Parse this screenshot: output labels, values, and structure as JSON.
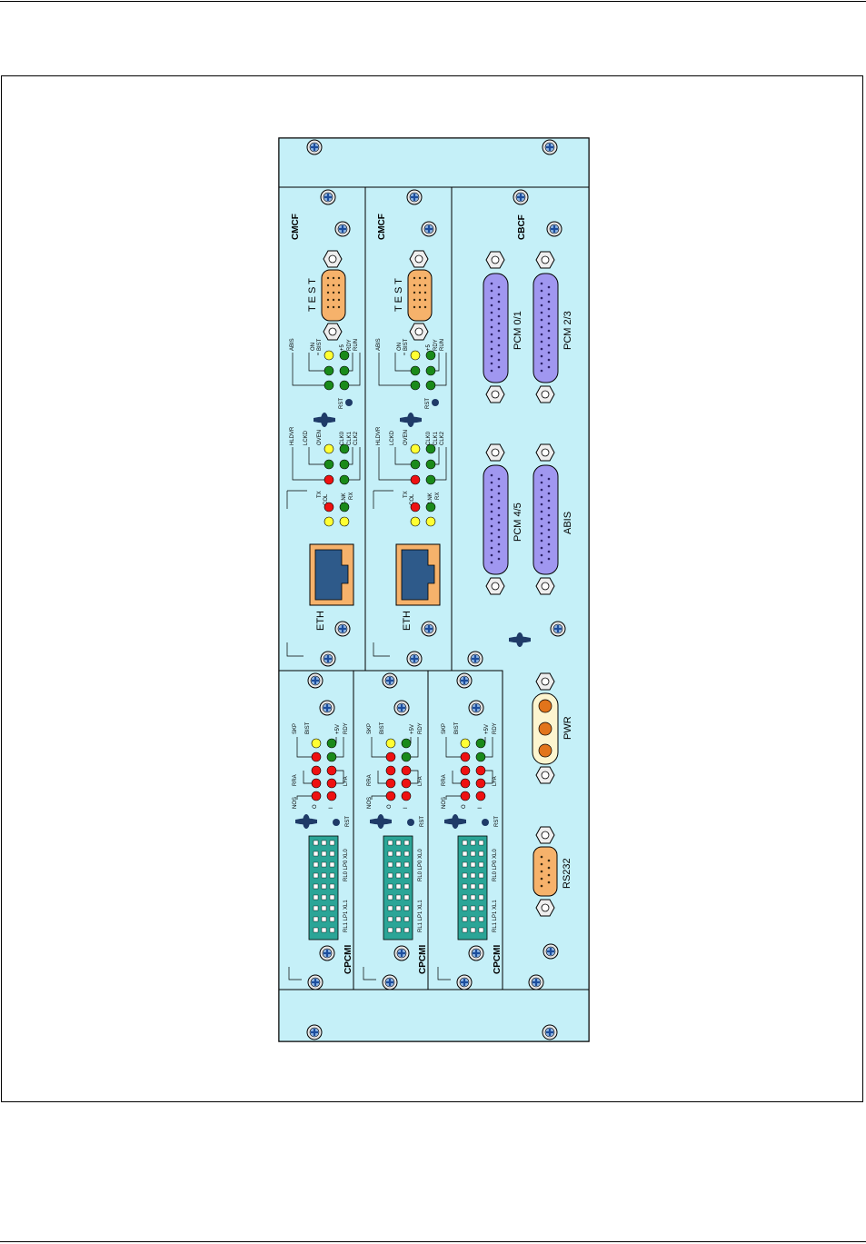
{
  "colors": {
    "panel": "#c5f0f8",
    "led_green": "#1a8a1a",
    "led_yellow": "#ffff33",
    "led_red": "#ee1111",
    "dsub_purple": "#a097f0",
    "dsub_orange": "#f6b26b",
    "eth_frame": "#f6b26b",
    "eth_port": "#2e5a8a",
    "terminal": "#2ba597"
  },
  "cmcf": {
    "name": "CMCF",
    "test_label": "T E S T",
    "eth_label": "ETH",
    "rst_label": "RST",
    "led_rows": [
      {
        "left": "ABIS",
        "right": ""
      },
      {
        "left": "ON",
        "right": "+5"
      },
      {
        "left": "BIST",
        "right": "RDY"
      },
      {
        "left": "",
        "right": "RUN"
      },
      {
        "left": "HLDVR",
        "right": "CLK0"
      },
      {
        "left": "LCKD",
        "right": "CLK1"
      },
      {
        "left": "OVEN",
        "right": "CLK2"
      },
      {
        "left": "TX",
        "right": "LNK"
      },
      {
        "left": "COL",
        "right": "RX"
      }
    ]
  },
  "cbcf": {
    "name": "CBCF",
    "ports": [
      "PCM 0/1",
      "PCM 2/3",
      "PCM 4/5",
      "ABIS"
    ],
    "pwr_label": "PWR",
    "rs232_label": "RS232"
  },
  "cpcmi": {
    "name": "CPCMI",
    "rst_label": "RST",
    "led_labels": [
      "SKP",
      "BIST",
      "+5V",
      "RDY",
      "RRA",
      "LFA",
      "NOS",
      "O",
      "I"
    ],
    "terminal_labels": [
      "RL1 LP1 XL1",
      "RL0 LP0 XL0"
    ]
  }
}
